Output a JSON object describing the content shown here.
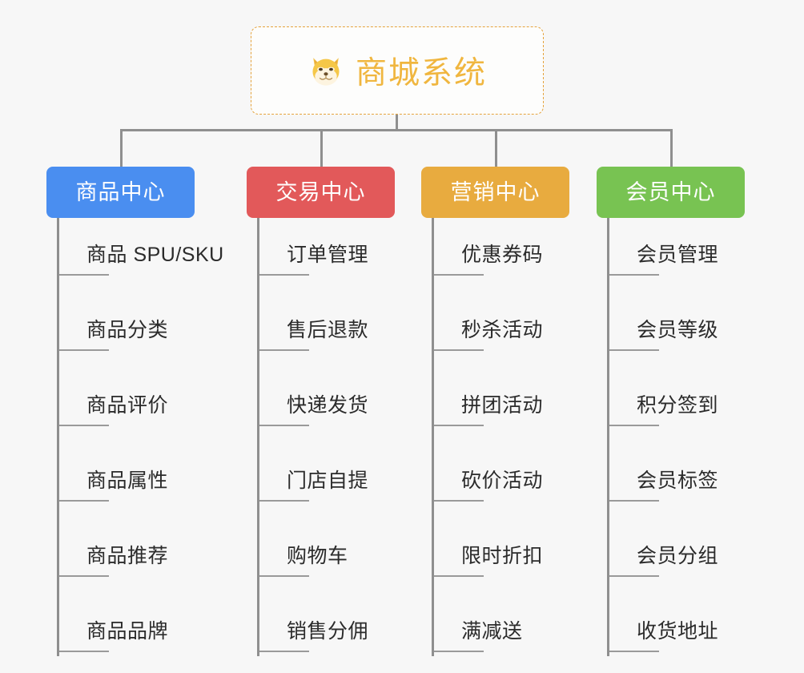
{
  "page": {
    "background_color": "#f7f7f7",
    "line_color": "#8f8f8f"
  },
  "root": {
    "icon": "shiba-inu-dog-emoji",
    "title": "商城系统",
    "text_color": "#f0b63f",
    "border_color": "#e5a33c",
    "border_style": "dashed"
  },
  "branches": [
    {
      "label": "商品中心",
      "color": "#4a8ef0",
      "text_color": "#ffffff",
      "items": [
        "商品 SPU/SKU",
        "商品分类",
        "商品评价",
        "商品属性",
        "商品推荐",
        "商品品牌"
      ]
    },
    {
      "label": "交易中心",
      "color": "#e2595a",
      "text_color": "#ffffff",
      "items": [
        "订单管理",
        "售后退款",
        "快递发货",
        "门店自提",
        "购物车",
        "销售分佣"
      ]
    },
    {
      "label": "营销中心",
      "color": "#e8ab3f",
      "text_color": "#ffffff",
      "items": [
        "优惠券码",
        "秒杀活动",
        "拼团活动",
        "砍价活动",
        "限时折扣",
        "满减送"
      ]
    },
    {
      "label": "会员中心",
      "color": "#78c352",
      "text_color": "#ffffff",
      "items": [
        "会员管理",
        "会员等级",
        "积分签到",
        "会员标签",
        "会员分组",
        "收货地址"
      ]
    }
  ]
}
